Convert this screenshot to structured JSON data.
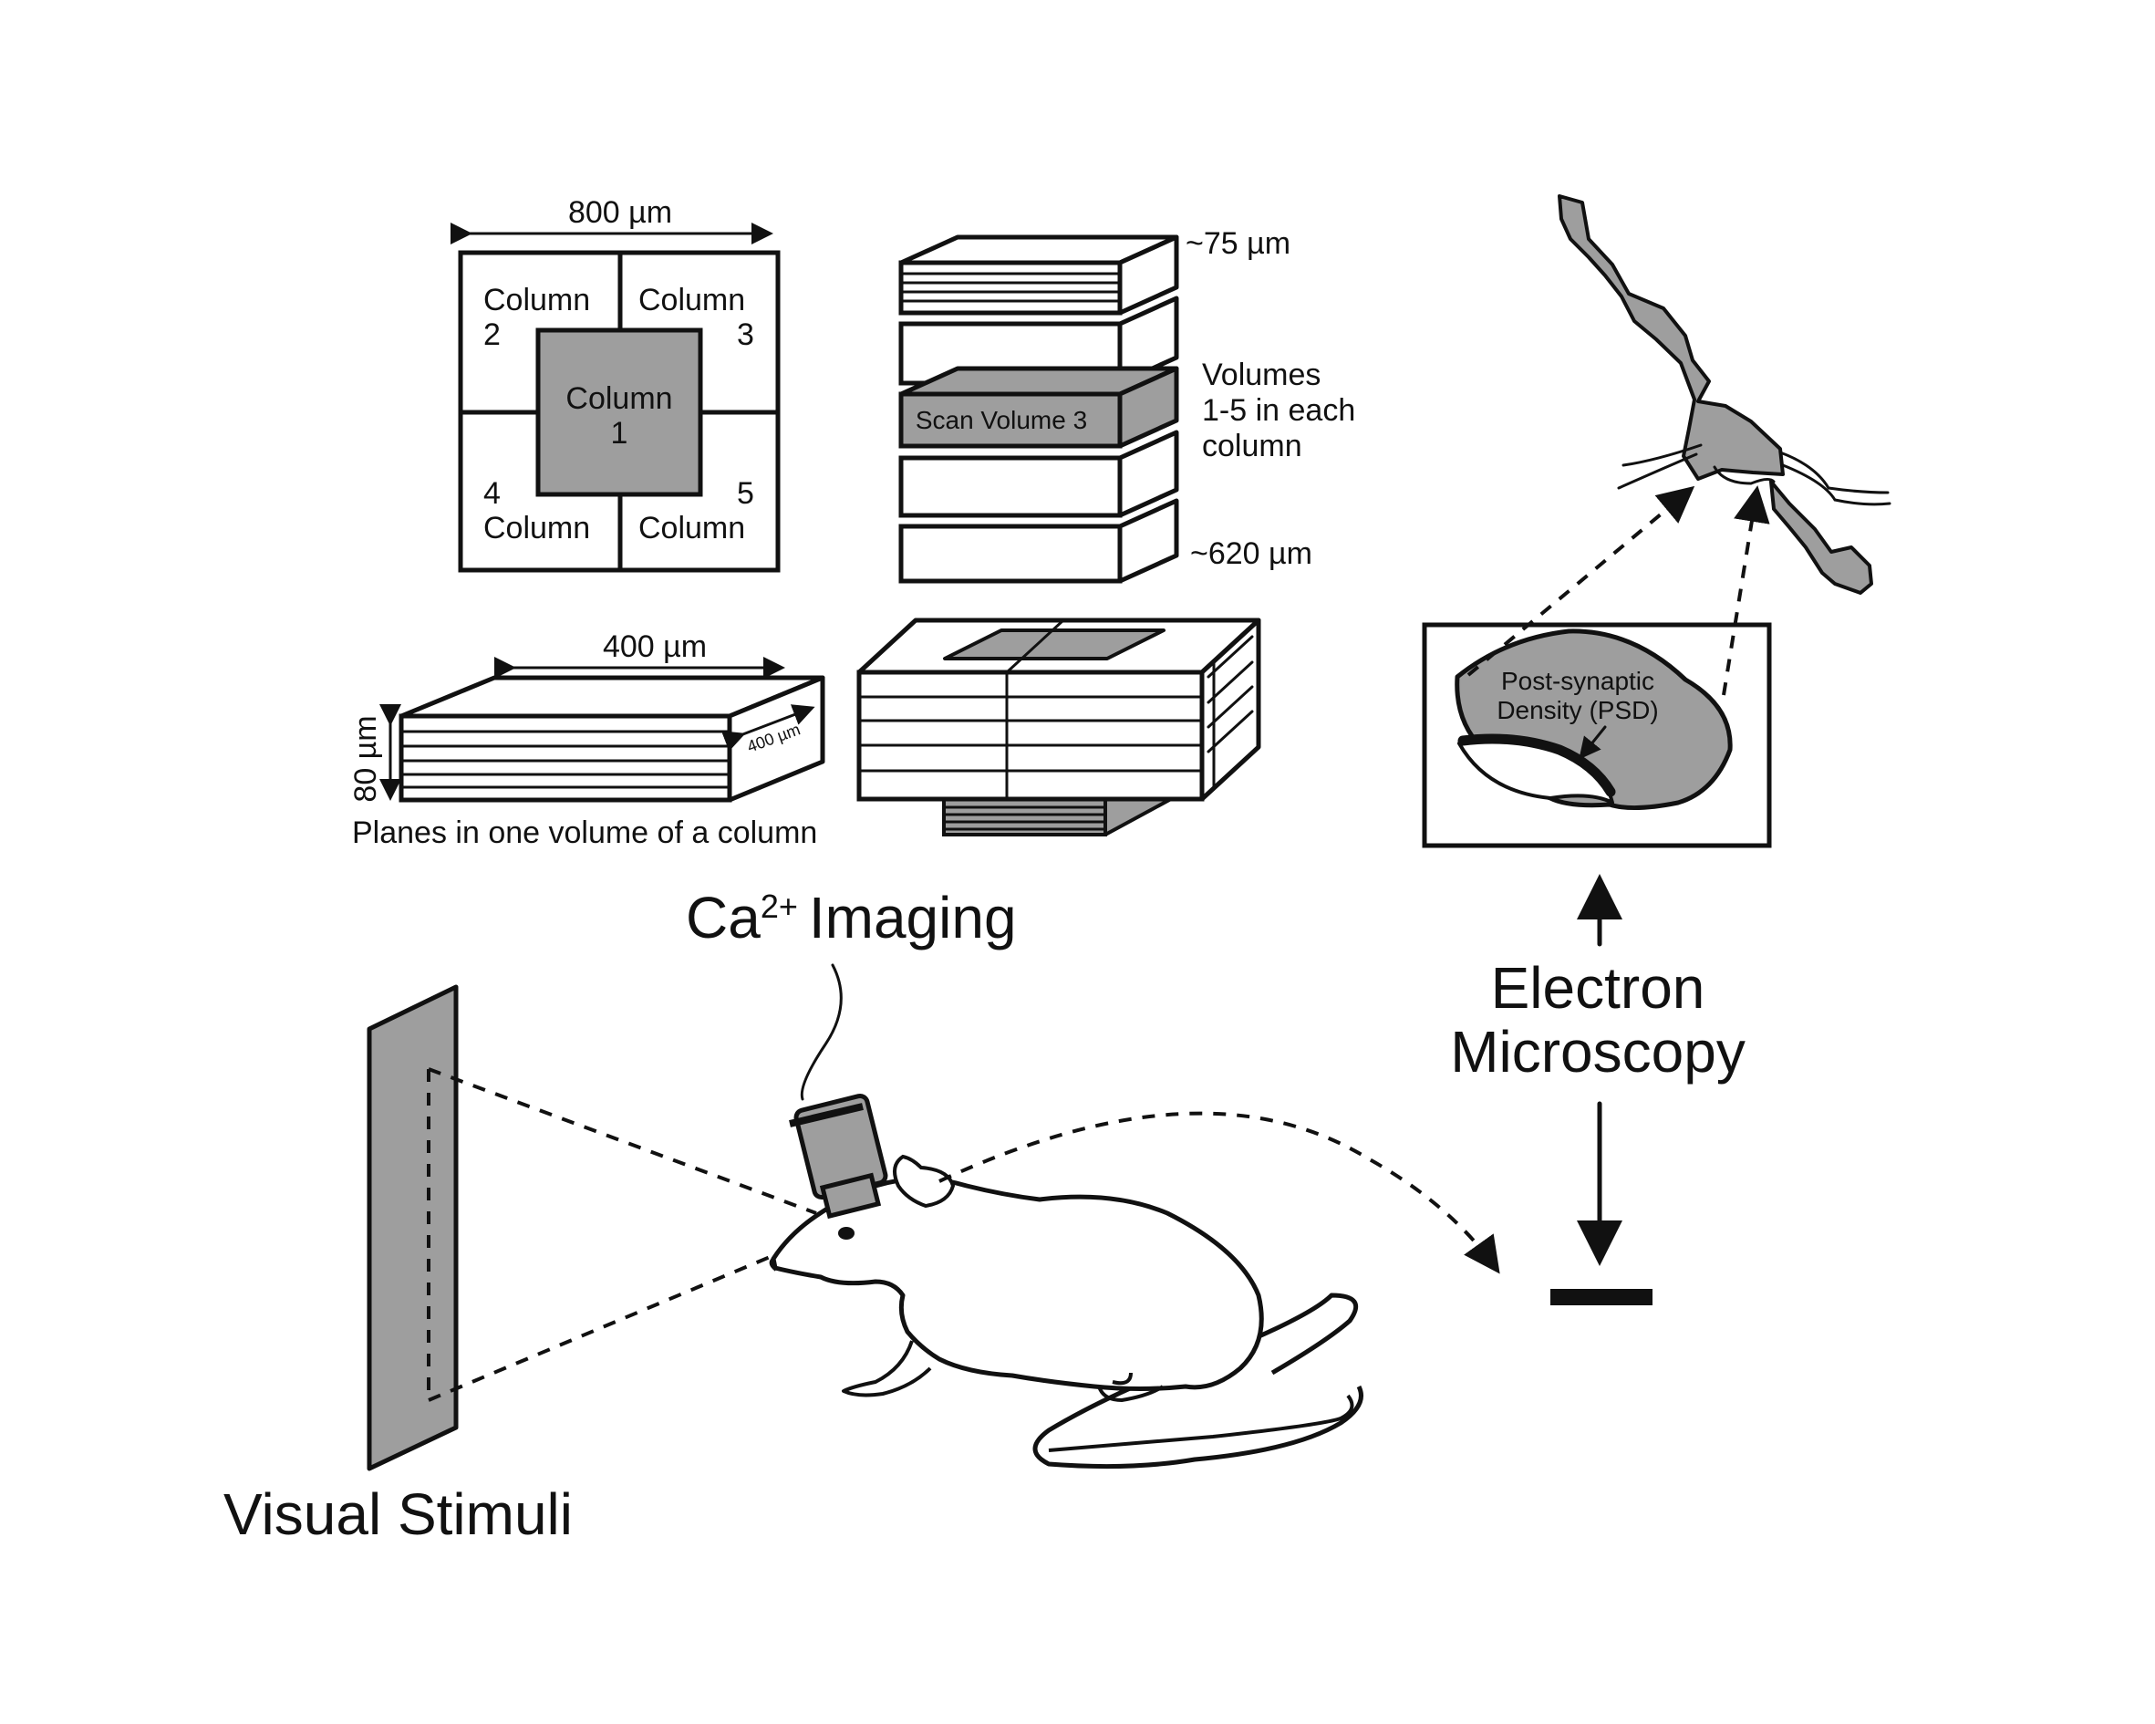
{
  "grid": {
    "width_label": "800 µm",
    "columns": [
      {
        "id": "2",
        "word": "Column",
        "num": "2"
      },
      {
        "id": "3",
        "word": "Column",
        "num": "3"
      },
      {
        "id": "1",
        "word": "Column",
        "num": "1"
      },
      {
        "id": "4",
        "word": "Column",
        "num": "4"
      },
      {
        "id": "5",
        "word": "Column",
        "num": "5"
      }
    ]
  },
  "stack": {
    "top_label": "~75 µm",
    "bottom_label": "~620 µm",
    "highlighted_label": "Scan Volume 3",
    "side_note": [
      "Volumes",
      "1-5 in each",
      "column"
    ]
  },
  "volume": {
    "length_label": "400 µm",
    "depth_label": "400 µm",
    "height_label": "80 µm",
    "caption": "Planes in one volume of a column"
  },
  "imaging": {
    "prefix": "Ca",
    "superscript": "2+",
    "suffix": "Imaging"
  },
  "stimuli": {
    "label": "Visual Stimuli"
  },
  "em": {
    "label_line1": "Electron",
    "label_line2": "Microscopy",
    "psd_line1": "Post-synaptic",
    "psd_line2": "Density (PSD)"
  },
  "colors": {
    "gray_fill": "#9e9e9e",
    "stroke": "#111111"
  }
}
